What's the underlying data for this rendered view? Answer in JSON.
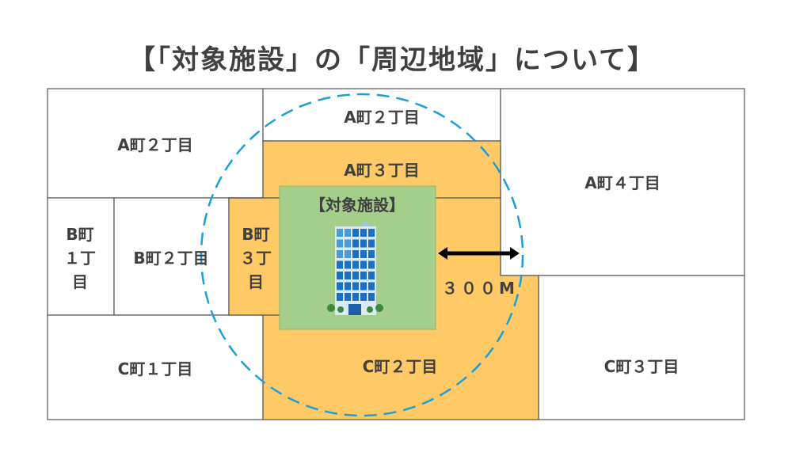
{
  "title": "【「対象施設」の「周辺地域」について】",
  "facility": {
    "label": "【対象施設】",
    "icon": "office-building-icon"
  },
  "distance": {
    "label": "３００M",
    "icon": "double-arrow-icon"
  },
  "colors": {
    "highlight": "#FFC965",
    "facility": "#A4CF8A",
    "circle": "#1AA0D8",
    "text": "#404040"
  },
  "areas": {
    "a2_left": "A町２丁目",
    "a2_top": "A町２丁目",
    "a3": "A町３丁目",
    "a4": "A町４丁目",
    "b1": [
      "B町",
      "１丁",
      "目"
    ],
    "b2": "B町２丁目",
    "b3": [
      "B町",
      "３丁",
      "目"
    ],
    "c1": "C町１丁目",
    "c2": "C町２丁目",
    "c3": "C町３丁目"
  }
}
